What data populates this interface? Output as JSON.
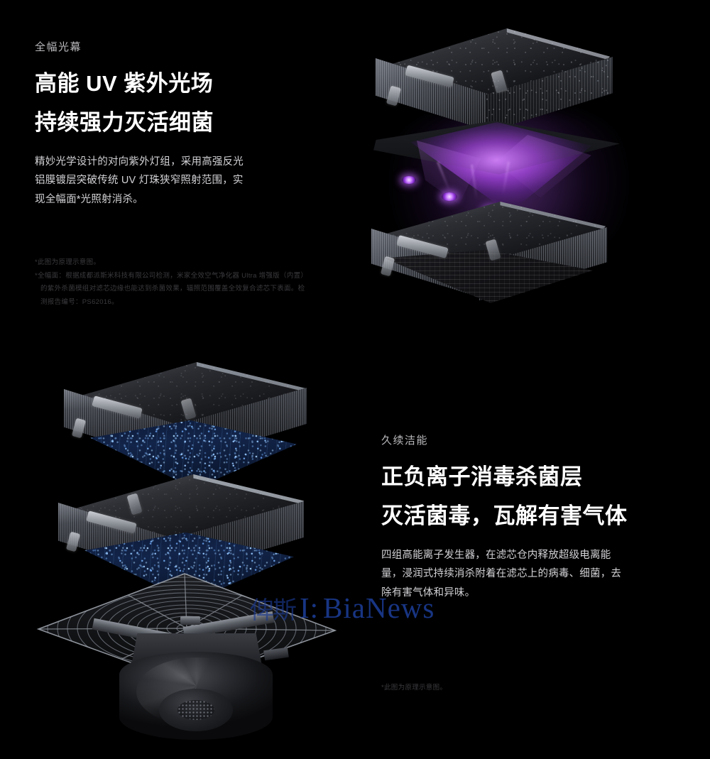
{
  "sections": [
    {
      "id": "uv-light-curtain",
      "eyebrow": "全幅光幕",
      "headline_line1": "高能 UV 紫外光场",
      "headline_line2": "持续强力灭活细菌",
      "body_line1": "精妙光学设计的对向紫外灯组，采用高强反光",
      "body_line2": "铝膜镀层突破传统 UV 灯珠狭窄照射范围，实",
      "body_line3": "现全幅面*光照射消杀。",
      "footnotes": [
        "*此图为原理示意图。",
        "*全幅面：根据成都派斯米科技有限公司检测，米家全效空气净化器 Ultra 增强版（内置）",
        "的紫外杀菌模组对滤芯边缘也能达到杀菌效果，辐照范围覆盖全效复合滤芯下表面。检",
        "测报告编号：PS62016。"
      ]
    },
    {
      "id": "ion-sterilization",
      "eyebrow": "久续洁能",
      "headline_line1": "正负离子消毒杀菌层",
      "headline_line2": "灭活菌毒，瓦解有害气体",
      "body_line1": "四组高能离子发生器，在滤芯仓内释放超级电离能",
      "body_line2": "量，浸润式持续消杀附着在滤芯上的病毒、细菌，去",
      "body_line3": "除有害气体和异味。",
      "footnotes": [
        "*此图为原理示意图。"
      ]
    }
  ],
  "watermark": {
    "cn": "俾斯",
    "separator": "I:",
    "en": "BiaNews"
  },
  "artwork": {
    "uv_module": {
      "name": "uv-sterilization-module-render",
      "glow_color": "#b45cf2",
      "led_color": "#d08cff"
    },
    "exploded_view": {
      "name": "air-purifier-exploded-render",
      "ion_color": "#78b9ff",
      "panel_color": "#122449"
    }
  },
  "theme": {
    "background": "#000000",
    "headline_color": "#ffffff",
    "eyebrow_color": "#b9b9bd",
    "body_color": "#d2d2d6",
    "footnote_color": "#3a3a3e",
    "watermark_color": "#1b3a8f"
  }
}
